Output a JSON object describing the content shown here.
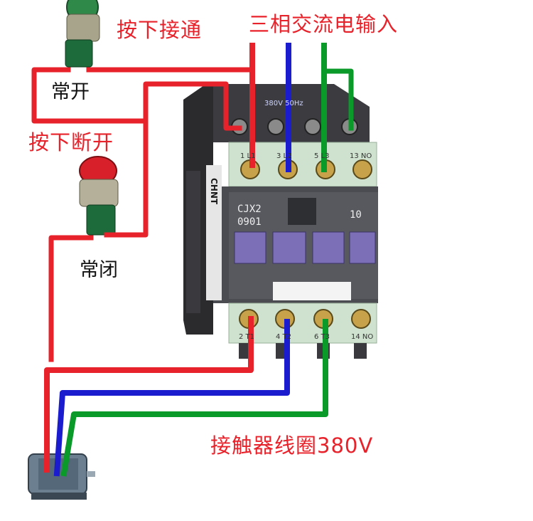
{
  "labels": {
    "title_3phase": "三相交流电输入",
    "press_connect": "按下接通",
    "normally_open": "常开",
    "press_disconnect": "按下断开",
    "normally_closed": "常闭",
    "coil_voltage": "接触器线圈380V"
  },
  "contactor": {
    "brand": "CHNT",
    "model": "CJX2",
    "rating": "0901",
    "aux_contact": "10",
    "coil_tag": "380V 50Hz",
    "terminal_top": [
      "1 L1",
      "3 L2",
      "5 L3",
      "13 NO"
    ],
    "terminal_bottom": [
      "2 T1",
      "4 T2",
      "6 T3",
      "14 NO"
    ]
  },
  "wire_colors": {
    "red": "#e8222a",
    "blue": "#1c1ccf",
    "green": "#0a9a2a"
  }
}
